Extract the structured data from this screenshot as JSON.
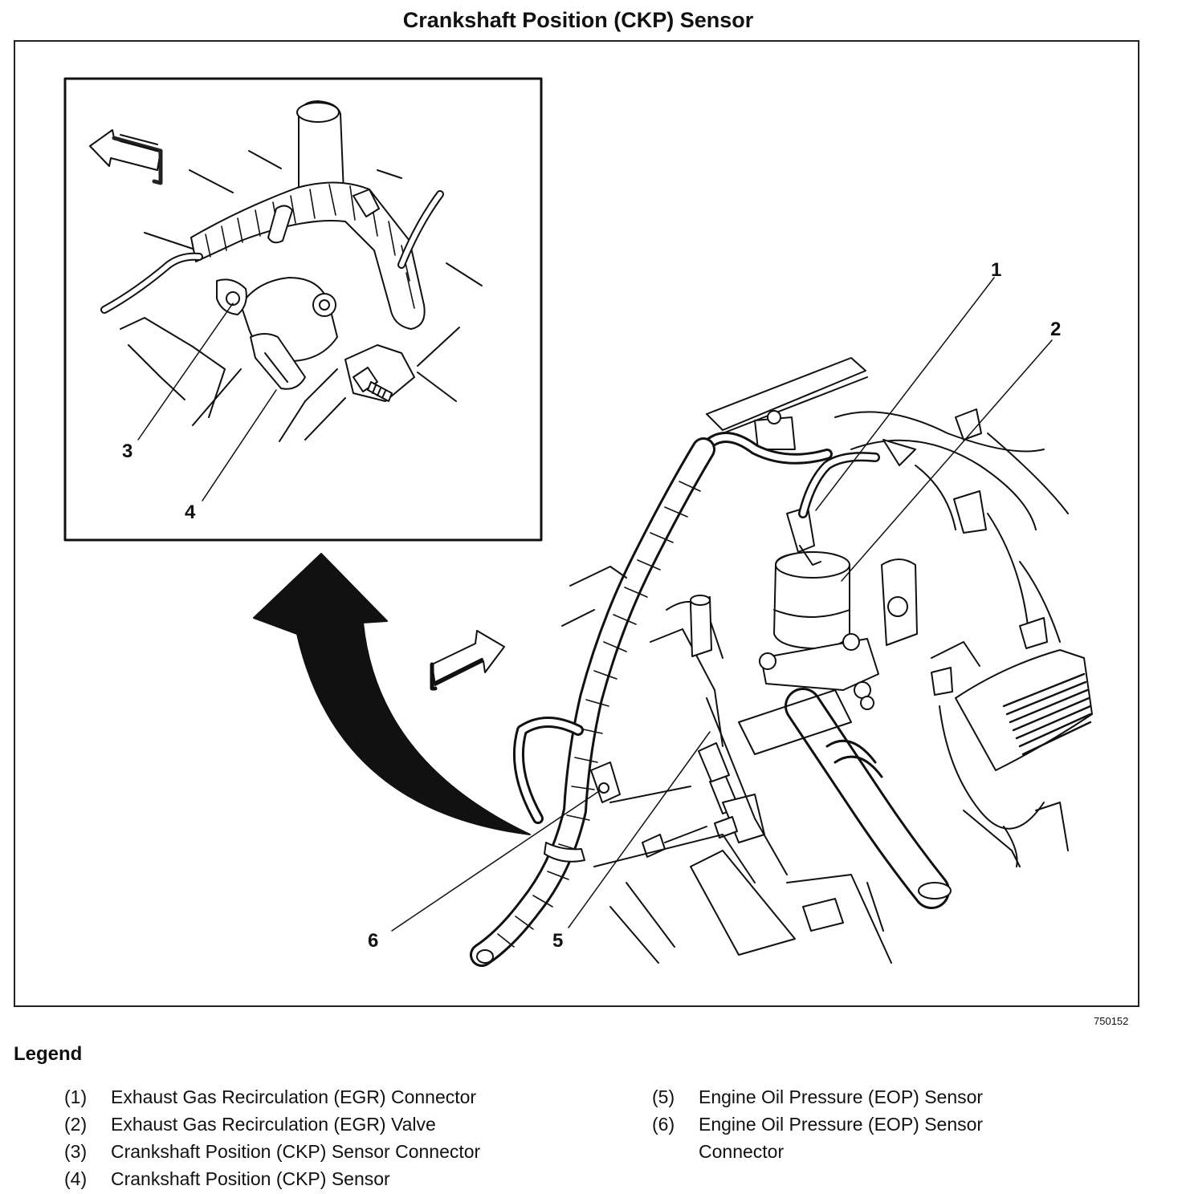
{
  "title": "Crankshaft Position (CKP) Sensor",
  "figure_id": "750152",
  "callouts": [
    "1",
    "2",
    "3",
    "4",
    "5",
    "6"
  ],
  "legend": {
    "heading": "Legend",
    "items": [
      {
        "num": "(1)",
        "text": "Exhaust Gas Recirculation (EGR) Connector"
      },
      {
        "num": "(2)",
        "text": "Exhaust Gas Recirculation (EGR) Valve"
      },
      {
        "num": "(3)",
        "text": "Crankshaft Position (CKP) Sensor Connector"
      },
      {
        "num": "(4)",
        "text": "Crankshaft Position (CKP) Sensor"
      },
      {
        "num": "(5)",
        "text": "Engine Oil Pressure (EOP) Sensor"
      },
      {
        "num": "(6)",
        "text": "Engine Oil Pressure (EOP) Sensor",
        "text2": "Connector"
      }
    ]
  },
  "icons": [
    "view-direction-arrow-icon",
    "zoom-curved-arrow-icon"
  ]
}
